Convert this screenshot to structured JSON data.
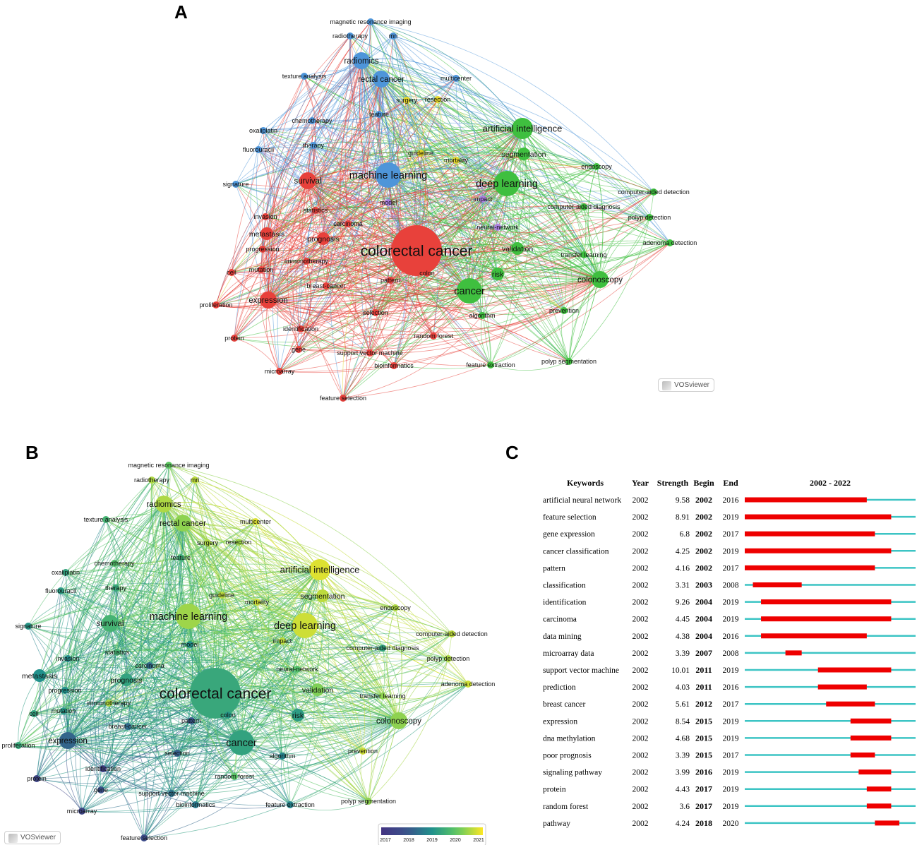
{
  "panels": {
    "a": "A",
    "b": "B",
    "c": "C"
  },
  "badge": {
    "brand": "VOSviewer"
  },
  "network": {
    "nodes": [
      {
        "id": "colorectal-cancer",
        "label": "colorectal cancer",
        "cluster": "red",
        "year": 2019.4,
        "weight": 10
      },
      {
        "id": "cancer",
        "label": "cancer",
        "cluster": "green",
        "year": 2019.3,
        "weight": 6
      },
      {
        "id": "machine-learning",
        "label": "machine learning",
        "cluster": "blue",
        "year": 2020.4,
        "weight": 6
      },
      {
        "id": "deep-learning",
        "label": "deep learning",
        "cluster": "green",
        "year": 2020.7,
        "weight": 6
      },
      {
        "id": "artificial-intelligence",
        "label": "artificial intelligence",
        "cluster": "green",
        "year": 2020.8,
        "weight": 5
      },
      {
        "id": "rectal-cancer",
        "label": "rectal cancer",
        "cluster": "blue",
        "year": 2020.3,
        "weight": 4
      },
      {
        "id": "radiomics",
        "label": "radiomics",
        "cluster": "blue",
        "year": 2020.5,
        "weight": 4
      },
      {
        "id": "colonoscopy",
        "label": "colonoscopy",
        "cluster": "green",
        "year": 2020.3,
        "weight": 4
      },
      {
        "id": "expression",
        "label": "expression",
        "cluster": "red",
        "year": 2018.3,
        "weight": 4
      },
      {
        "id": "survival",
        "label": "survival",
        "cluster": "red",
        "year": 2019.6,
        "weight": 4
      },
      {
        "id": "prognosis",
        "label": "prognosis",
        "cluster": "red",
        "year": 2019.3,
        "weight": 3
      },
      {
        "id": "risk",
        "label": "risk",
        "cluster": "green",
        "year": 2019.2,
        "weight": 3
      },
      {
        "id": "validation",
        "label": "validation",
        "cluster": "green",
        "year": 2020.2,
        "weight": 3
      },
      {
        "id": "segmentation",
        "label": "segmentation",
        "cluster": "green",
        "year": 2020.6,
        "weight": 3
      },
      {
        "id": "metastasis",
        "label": "metastasis",
        "cluster": "red",
        "year": 2019.0,
        "weight": 3
      },
      {
        "id": "chemotherapy",
        "label": "chemotherapy",
        "cluster": "blue",
        "year": 2019.8,
        "weight": 2
      },
      {
        "id": "texture-analysis",
        "label": "texture analysis",
        "cluster": "blue",
        "year": 2019.6,
        "weight": 2
      },
      {
        "id": "magnetic-resonance-imaging",
        "label": "magnetic resonance imaging",
        "cluster": "blue",
        "year": 2020.0,
        "weight": 2
      },
      {
        "id": "radiotherapy",
        "label": "radiotherapy",
        "cluster": "blue",
        "year": 2020.5,
        "weight": 2
      },
      {
        "id": "mri",
        "label": "mri",
        "cluster": "blue",
        "year": 2020.6,
        "weight": 2
      },
      {
        "id": "multicenter",
        "label": "multicenter",
        "cluster": "blue",
        "year": 2020.8,
        "weight": 2
      },
      {
        "id": "surgery",
        "label": "surgery",
        "cluster": "yellow",
        "year": 2020.5,
        "weight": 2
      },
      {
        "id": "resection",
        "label": "resection",
        "cluster": "yellow",
        "year": 2020.4,
        "weight": 2
      },
      {
        "id": "feature",
        "label": "feature",
        "cluster": "blue",
        "year": 2019.5,
        "weight": 2
      },
      {
        "id": "oxaliplatin",
        "label": "oxaliplatin",
        "cluster": "blue",
        "year": 2019.3,
        "weight": 2
      },
      {
        "id": "fluorouracil",
        "label": "fluorouracil",
        "cluster": "blue",
        "year": 2019.2,
        "weight": 2
      },
      {
        "id": "therapy",
        "label": "therapy",
        "cluster": "blue",
        "year": 2019.4,
        "weight": 2
      },
      {
        "id": "guideline",
        "label": "guideline",
        "cluster": "yellow",
        "year": 2020.6,
        "weight": 2
      },
      {
        "id": "mortality",
        "label": "mortality",
        "cluster": "yellow",
        "year": 2020.7,
        "weight": 2
      },
      {
        "id": "signature",
        "label": "signature",
        "cluster": "blue",
        "year": 2019.1,
        "weight": 2
      },
      {
        "id": "model",
        "label": "model",
        "cluster": "purple",
        "year": 2019.0,
        "weight": 2
      },
      {
        "id": "impact",
        "label": "impact",
        "cluster": "purple",
        "year": 2020.6,
        "weight": 2
      },
      {
        "id": "statistics",
        "label": "statistics",
        "cluster": "red",
        "year": 2019.6,
        "weight": 2
      },
      {
        "id": "invasion",
        "label": "invasion",
        "cluster": "red",
        "year": 2018.9,
        "weight": 2
      },
      {
        "id": "carcinoma",
        "label": "carcinoma",
        "cluster": "red",
        "year": 2018.4,
        "weight": 2
      },
      {
        "id": "neural-network",
        "label": "neural-network",
        "cluster": "purple",
        "year": 2019.8,
        "weight": 2
      },
      {
        "id": "progression",
        "label": "progression",
        "cluster": "red",
        "year": 2019.0,
        "weight": 2
      },
      {
        "id": "immunotherapy",
        "label": "immunotherapy",
        "cluster": "red",
        "year": 2020.5,
        "weight": 2
      },
      {
        "id": "mutation",
        "label": "mutation",
        "cluster": "red",
        "year": 2019.1,
        "weight": 2
      },
      {
        "id": "cell",
        "label": "cell",
        "cluster": "red",
        "year": 2019.3,
        "weight": 2
      },
      {
        "id": "breast-cancer",
        "label": "breast-cancer",
        "cluster": "red",
        "year": 2018.4,
        "weight": 2
      },
      {
        "id": "pattern",
        "label": "pattern",
        "cluster": "red",
        "year": 2018.1,
        "weight": 2
      },
      {
        "id": "colon",
        "label": "colon",
        "cluster": "red",
        "year": 2019.1,
        "weight": 2
      },
      {
        "id": "proliferation",
        "label": "proliferation",
        "cluster": "red",
        "year": 2019.4,
        "weight": 2
      },
      {
        "id": "selection",
        "label": "selection",
        "cluster": "red",
        "year": 2018.2,
        "weight": 2
      },
      {
        "id": "identification",
        "label": "identification",
        "cluster": "red",
        "year": 2017.5,
        "weight": 2
      },
      {
        "id": "protein",
        "label": "protein",
        "cluster": "red",
        "year": 2017.6,
        "weight": 2
      },
      {
        "id": "gene",
        "label": "gene",
        "cluster": "red",
        "year": 2018.0,
        "weight": 2
      },
      {
        "id": "support-vector-machine",
        "label": "support vector machine",
        "cluster": "red",
        "year": 2018.5,
        "weight": 2
      },
      {
        "id": "bioinformatics",
        "label": "bioinformatics",
        "cluster": "red",
        "year": 2018.6,
        "weight": 2
      },
      {
        "id": "microarray",
        "label": "microarray",
        "cluster": "red",
        "year": 2017.6,
        "weight": 2
      },
      {
        "id": "feature-selection",
        "label": "feature selection",
        "cluster": "red",
        "year": 2017.8,
        "weight": 2
      },
      {
        "id": "random-forest",
        "label": "random forest",
        "cluster": "red",
        "year": 2019.9,
        "weight": 2
      },
      {
        "id": "algorithm",
        "label": "algorithm",
        "cluster": "green",
        "year": 2018.8,
        "weight": 2
      },
      {
        "id": "feature-extraction",
        "label": "feature extraction",
        "cluster": "green",
        "year": 2018.8,
        "weight": 2
      },
      {
        "id": "polyp-segmentation",
        "label": "polyp segmentation",
        "cluster": "green",
        "year": 2020.3,
        "weight": 2
      },
      {
        "id": "prevention",
        "label": "prevention",
        "cluster": "green",
        "year": 2020.7,
        "weight": 2
      },
      {
        "id": "transfer-learning",
        "label": "transfer learning",
        "cluster": "green",
        "year": 2020.3,
        "weight": 2
      },
      {
        "id": "adenoma-detection",
        "label": "adenoma detection",
        "cluster": "green",
        "year": 2020.7,
        "weight": 2
      },
      {
        "id": "polyp-detection",
        "label": "polyp detection",
        "cluster": "green",
        "year": 2020.5,
        "weight": 2
      },
      {
        "id": "computer-aided-detection",
        "label": "computer-aided detection",
        "cluster": "green",
        "year": 2020.6,
        "weight": 2
      },
      {
        "id": "computer-aided-diagnosis",
        "label": "computer-aided diagnosis",
        "cluster": "green",
        "year": 2019.3,
        "weight": 2
      },
      {
        "id": "endoscopy",
        "label": "endoscopy",
        "cluster": "green",
        "year": 2020.5,
        "weight": 2
      }
    ]
  },
  "overlay_scale": {
    "ticks": [
      "2017",
      "2018",
      "2019",
      "2020",
      "2021"
    ],
    "min": 2017,
    "max": 2021
  },
  "burst": {
    "headers": {
      "keywords": "Keywords",
      "year": "Year",
      "strength": "Strength",
      "begin": "Begin",
      "end": "End",
      "range": "2002 - 2022"
    },
    "range": [
      2002,
      2022
    ],
    "rows": [
      {
        "keyword": "artificial neural network",
        "year": "2002",
        "strength": "9.58",
        "begin": "2002",
        "end": "2016"
      },
      {
        "keyword": "feature selection",
        "year": "2002",
        "strength": "8.91",
        "begin": "2002",
        "end": "2019"
      },
      {
        "keyword": "gene expression",
        "year": "2002",
        "strength": "6.8",
        "begin": "2002",
        "end": "2017"
      },
      {
        "keyword": "cancer classification",
        "year": "2002",
        "strength": "4.25",
        "begin": "2002",
        "end": "2019"
      },
      {
        "keyword": "pattern",
        "year": "2002",
        "strength": "4.16",
        "begin": "2002",
        "end": "2017"
      },
      {
        "keyword": "classification",
        "year": "2002",
        "strength": "3.31",
        "begin": "2003",
        "end": "2008"
      },
      {
        "keyword": "identification",
        "year": "2002",
        "strength": "9.26",
        "begin": "2004",
        "end": "2019"
      },
      {
        "keyword": "carcinoma",
        "year": "2002",
        "strength": "4.45",
        "begin": "2004",
        "end": "2019"
      },
      {
        "keyword": "data mining",
        "year": "2002",
        "strength": "4.38",
        "begin": "2004",
        "end": "2016"
      },
      {
        "keyword": "microarray data",
        "year": "2002",
        "strength": "3.39",
        "begin": "2007",
        "end": "2008"
      },
      {
        "keyword": "support vector machine",
        "year": "2002",
        "strength": "10.01",
        "begin": "2011",
        "end": "2019"
      },
      {
        "keyword": "prediction",
        "year": "2002",
        "strength": "4.03",
        "begin": "2011",
        "end": "2016"
      },
      {
        "keyword": "breast cancer",
        "year": "2002",
        "strength": "5.61",
        "begin": "2012",
        "end": "2017"
      },
      {
        "keyword": "expression",
        "year": "2002",
        "strength": "8.54",
        "begin": "2015",
        "end": "2019"
      },
      {
        "keyword": "dna methylation",
        "year": "2002",
        "strength": "4.68",
        "begin": "2015",
        "end": "2019"
      },
      {
        "keyword": "poor prognosis",
        "year": "2002",
        "strength": "3.39",
        "begin": "2015",
        "end": "2017"
      },
      {
        "keyword": "signaling pathway",
        "year": "2002",
        "strength": "3.99",
        "begin": "2016",
        "end": "2019"
      },
      {
        "keyword": "protein",
        "year": "2002",
        "strength": "4.43",
        "begin": "2017",
        "end": "2019"
      },
      {
        "keyword": "random forest",
        "year": "2002",
        "strength": "3.6",
        "begin": "2017",
        "end": "2019"
      },
      {
        "keyword": "pathway",
        "year": "2002",
        "strength": "4.24",
        "begin": "2018",
        "end": "2020"
      }
    ]
  },
  "colors": {
    "red": "#e8413b",
    "green": "#3fbf3f",
    "blue": "#4e95d9",
    "yellow": "#e3d52b",
    "purple": "#a97fe0",
    "burst_bar": "#ee0000",
    "burst_base": "#3cc4c4"
  }
}
